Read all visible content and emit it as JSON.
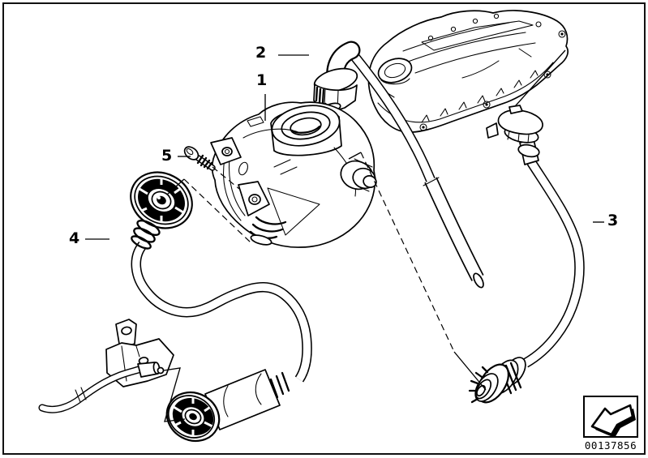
{
  "page": {
    "background": "#ffffff",
    "line_color": "#000000"
  },
  "part_labels": [
    {
      "label": "1"
    },
    {
      "label": "2"
    },
    {
      "label": "3"
    },
    {
      "label": "4"
    },
    {
      "label": "5"
    }
  ],
  "stamp": {
    "doc_number": "00137856",
    "icon": "direction-arrow-icon"
  }
}
